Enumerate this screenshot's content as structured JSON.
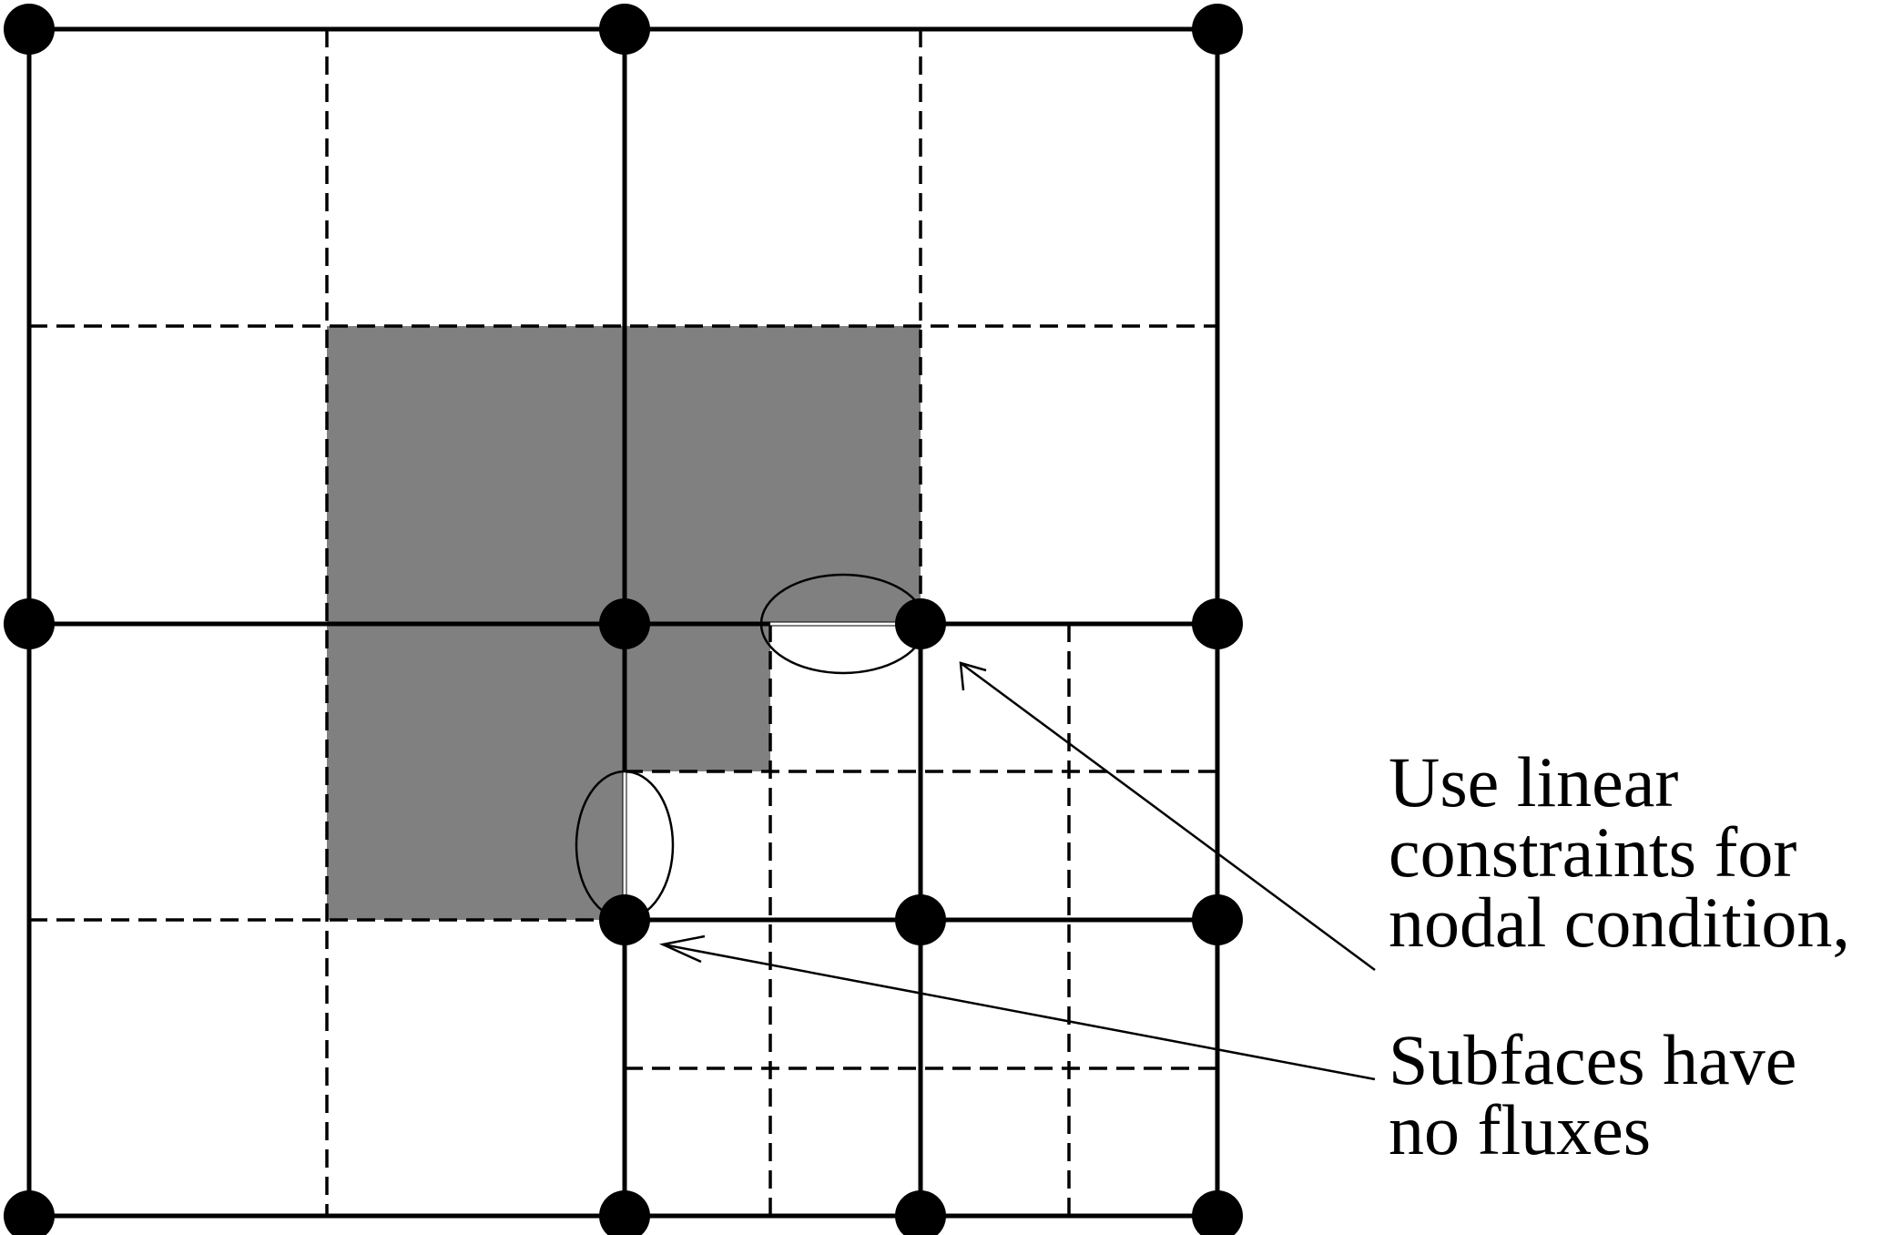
{
  "diagram": {
    "description_labels": {
      "constraint_note": {
        "lines": [
          "Use linear",
          "constraints for",
          "nodal condition,"
        ]
      },
      "subface_note": {
        "lines": [
          "Subfaces have",
          "no fluxes"
        ]
      }
    },
    "colors": {
      "background": "#ffffff",
      "line": "#000000",
      "shaded_cell": "#808080",
      "node": "#000000"
    }
  }
}
